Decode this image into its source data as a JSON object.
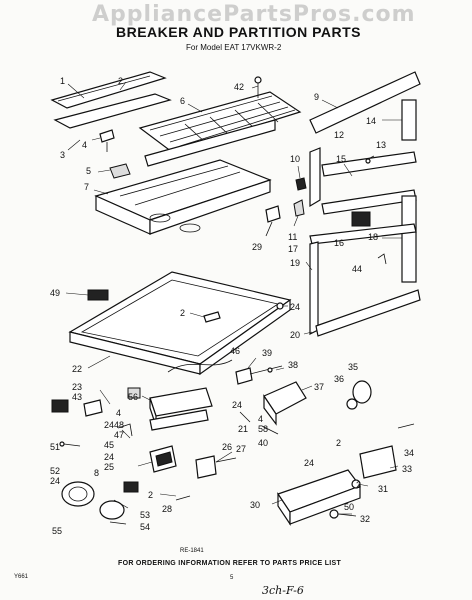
{
  "watermark": "AppliancePartsPros.com",
  "header": {
    "title": "BREAKER AND PARTITION PARTS",
    "subtitle": "For Model EAT 17VKWR-2"
  },
  "callouts": {
    "c1": "1",
    "c2a": "2",
    "c3": "3",
    "c4": "4",
    "c5": "5",
    "c6": "6",
    "c7": "7",
    "c42": "42",
    "c9": "9",
    "c12": "12",
    "c13": "13",
    "c14": "14",
    "c10": "10",
    "c15": "15",
    "c11": "11",
    "c29": "29",
    "c17": "17",
    "c16": "16",
    "c18": "18",
    "c19": "19",
    "c44": "44",
    "c49": "49",
    "c2b": "2",
    "c24a": "24",
    "c20": "20",
    "c22": "22",
    "c46": "46",
    "c39": "39",
    "c38": "38",
    "c35": "35",
    "c36": "36",
    "c37": "37",
    "c23": "23",
    "c43": "43",
    "c4b": "4",
    "c56": "56",
    "c48": "48",
    "c47": "47",
    "c45": "45",
    "c24b": "24",
    "c24c": "24",
    "c21": "21",
    "c4c": "4",
    "c58": "58",
    "c40": "40",
    "c51": "51",
    "c24d": "24",
    "c25": "25",
    "c26": "26",
    "c27": "27",
    "c2c": "2",
    "c24e": "24",
    "c34": "34",
    "c33": "33",
    "c52": "52",
    "c24f": "24",
    "c8": "8",
    "c2d": "2",
    "c28": "28",
    "c30": "30",
    "c31": "31",
    "c50": "50",
    "c32": "32",
    "c53": "53",
    "c54": "54",
    "c55": "55",
    "c2e": "2"
  },
  "footer": {
    "code": "RE-1841",
    "order_note": "FOR ORDERING INFORMATION REFER TO PARTS PRICE LIST",
    "small_code": "Y661",
    "page_mark": "5",
    "handwritten": "3ch-F-6"
  }
}
